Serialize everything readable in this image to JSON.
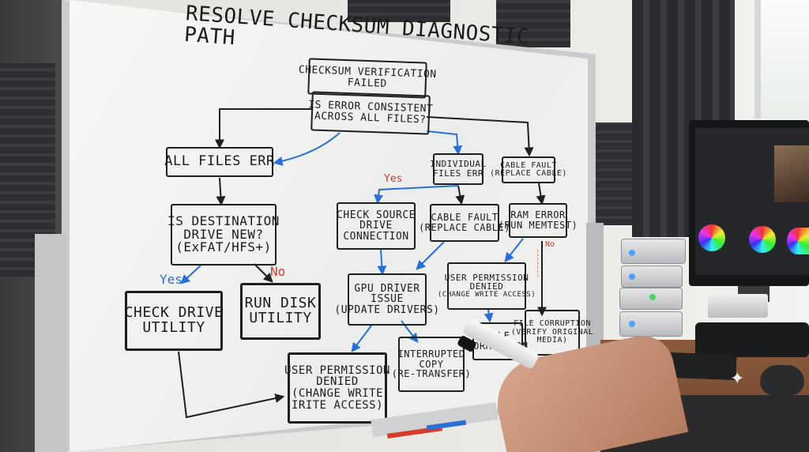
{
  "whiteboard": {
    "title": "RESOLVE CHECKSUM DIAGNOSTIC PATH",
    "nodes": {
      "root": [
        "CHECKSUM VERIFICATION",
        "FAILED"
      ],
      "question": [
        "IS ERROR CONSISTENT",
        "ACROSS ALL FILES?"
      ],
      "all_files": [
        "ALL FILES ERR"
      ],
      "individual": [
        "INDIVIDUAL",
        "FILES ERR"
      ],
      "cable_fault_top": [
        "CABLE FAULT",
        "(REPLACE CABLE)"
      ],
      "destination": [
        "IS DESTINATION",
        "DRIVE NEW?",
        "(ExFAT/HFS+)"
      ],
      "check_source": [
        "CHECK SOURCE",
        "DRIVE",
        "CONNECTION"
      ],
      "cable_fault_mid": [
        "CABLE FAULT",
        "(REPLACE CABLE)"
      ],
      "ram_error": [
        "RAM ERROR",
        "(RUN MEMTEST)"
      ],
      "check_drive": [
        "CHECK DRIVE",
        "UTILITY"
      ],
      "run_disk": [
        "RUN DISK",
        "UTILITY"
      ],
      "gpu_driver": [
        "GPU DRIVER",
        "ISSUE",
        "(UPDATE DRIVERS)"
      ],
      "user_perm_right": [
        "USER PERMISSION",
        "DENIED",
        "(CHANGE WRITE ACCESS)"
      ],
      "file_corruption_small": [
        "FILE",
        "CORRUPTION"
      ],
      "file_corruption": [
        "FILE CORRUPTION",
        "(VERIFY ORIGINAL",
        "MEDIA)"
      ],
      "interrupted_copy": [
        "INTERRUPTED",
        "COPY",
        "(RE-TRANSFER)"
      ],
      "user_perm_bottom": [
        "USER PERMISSION",
        "DENIED",
        "(CHANGE WRITE",
        "IRITE ACCESS)"
      ]
    },
    "labels": {
      "yes_left": "Yes",
      "no_left": "No",
      "yes_mid": "Yes",
      "no_right": "No"
    },
    "colors": {
      "ink": "#1b1b1b",
      "blue": "#2a6fd6",
      "red": "#d63a2a",
      "green": "#2a8a3a"
    }
  }
}
